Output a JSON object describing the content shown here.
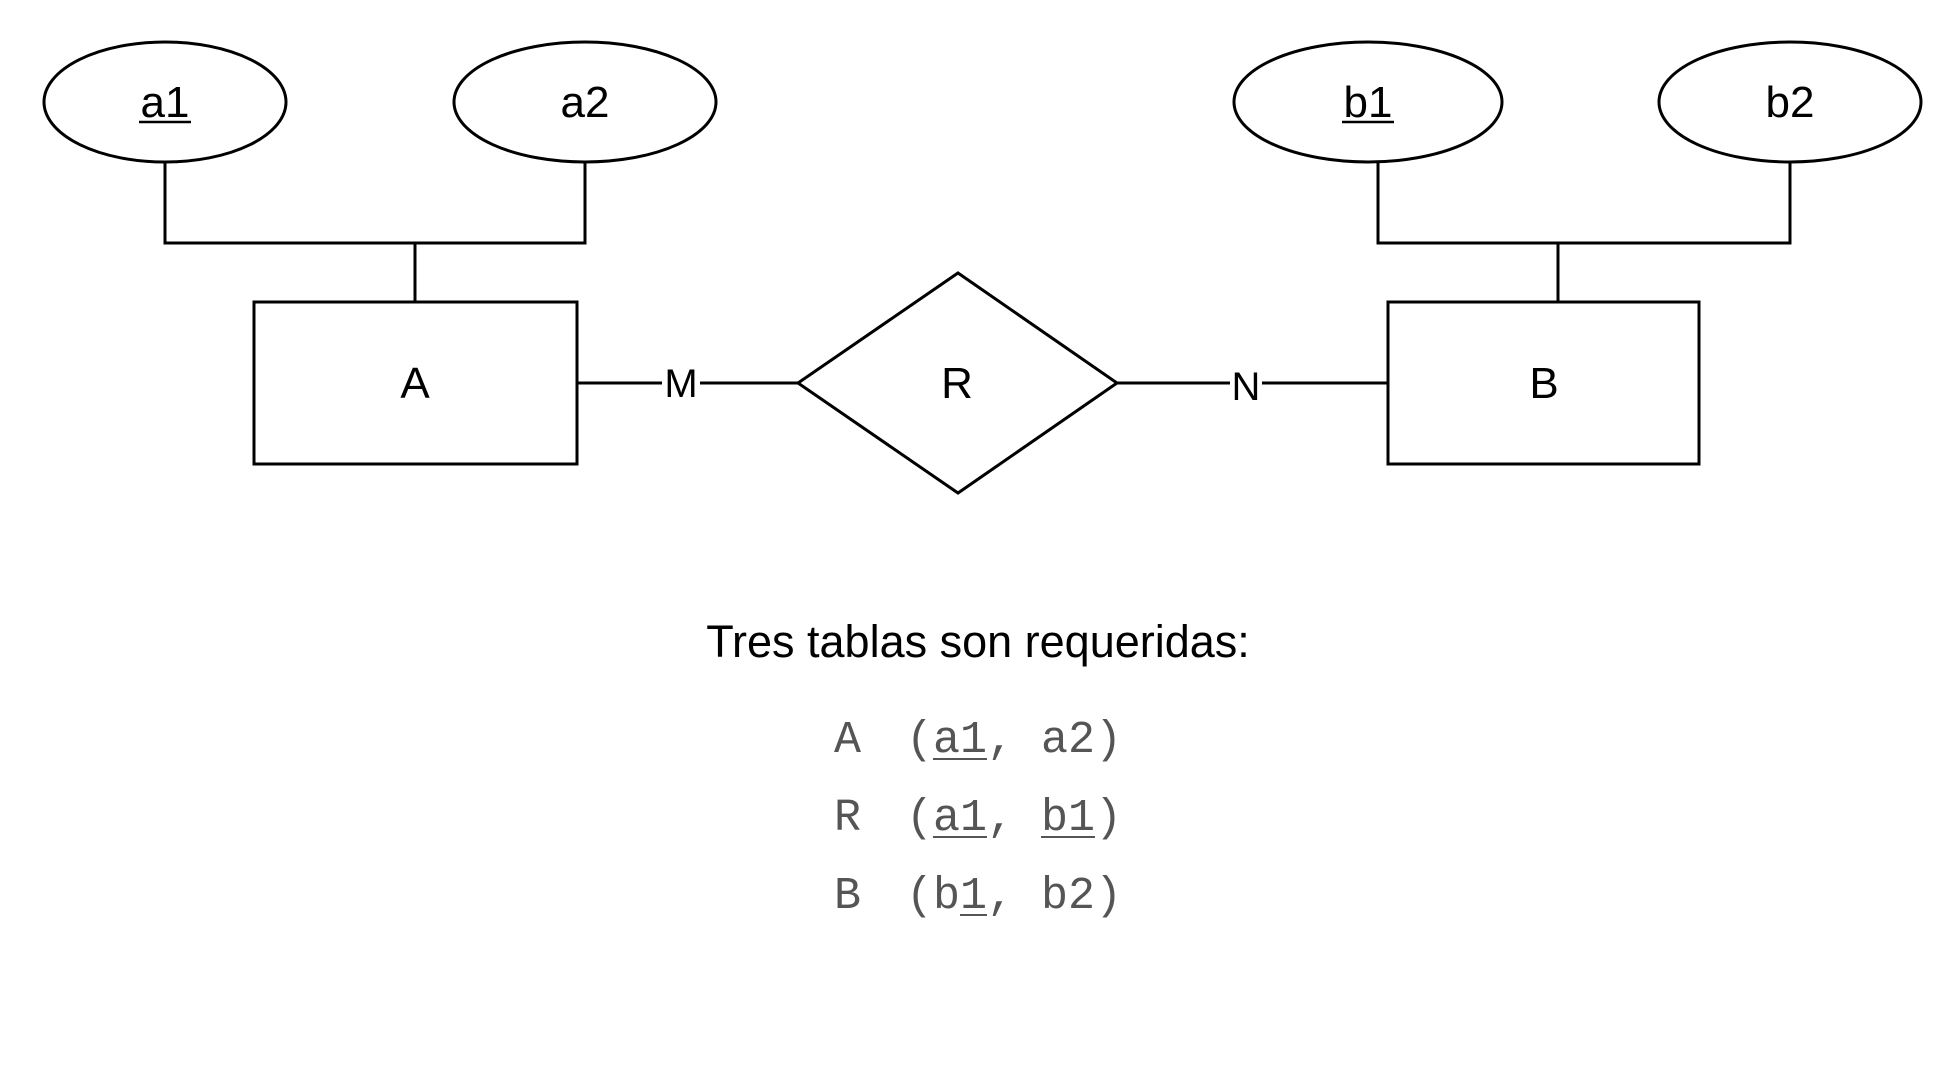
{
  "diagram": {
    "entity_a": {
      "label": "A"
    },
    "entity_b": {
      "label": "B"
    },
    "relationship": {
      "label": "R"
    },
    "attributes": {
      "a1": {
        "label": "a1",
        "key": true
      },
      "a2": {
        "label": "a2",
        "key": false
      },
      "b1": {
        "label": "b1",
        "key": true
      },
      "b2": {
        "label": "b2",
        "key": false
      }
    },
    "cardinality": {
      "a_side": "M",
      "b_side": "N"
    }
  },
  "tables": {
    "heading": "Tres tablas son requeridas:",
    "rows": [
      {
        "name": "A",
        "open": "(",
        "attrs": [
          {
            "pre": "",
            "key": "a1",
            "post": ""
          },
          {
            "pre": "a2",
            "key": "",
            "post": ""
          }
        ],
        "sep": ", ",
        "close": ")"
      },
      {
        "name": "R",
        "open": "(",
        "attrs": [
          {
            "pre": "",
            "key": "a1",
            "post": ""
          },
          {
            "pre": "",
            "key": "b1",
            "post": ""
          }
        ],
        "sep": ", ",
        "close": ")"
      },
      {
        "name": "B",
        "open": "(",
        "attrs": [
          {
            "pre": "b",
            "key": "1",
            "post": ""
          },
          {
            "pre": "b2",
            "key": "",
            "post": ""
          }
        ],
        "sep": ", ",
        "close": ")"
      }
    ]
  }
}
